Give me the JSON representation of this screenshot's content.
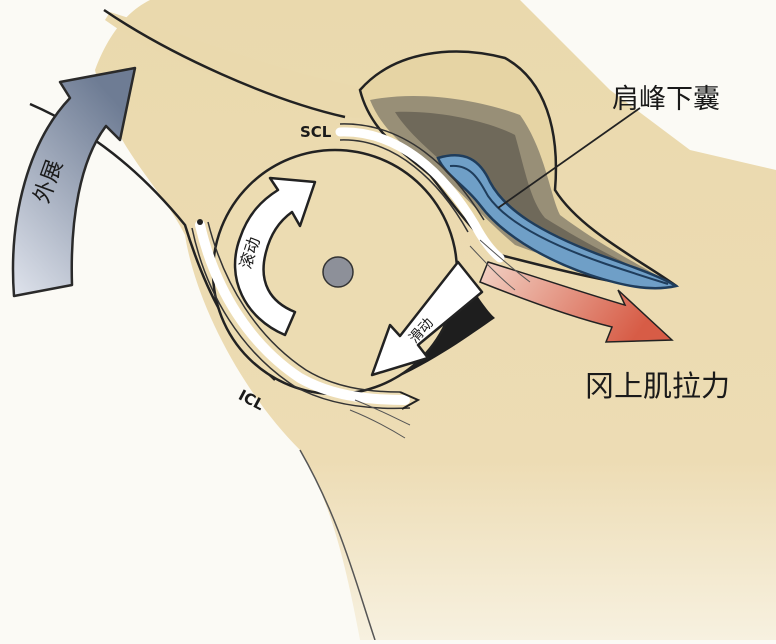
{
  "labels": {
    "bursa": "肩峰下囊",
    "supraspinatus_pull": "冈上肌拉力",
    "abduction": "外展",
    "rolling": "滚动",
    "sliding": "滑动",
    "scl": "SCL",
    "icl": "ICL"
  },
  "colors": {
    "bone": "#ead9ad",
    "acromion_shadow": "#8a8270",
    "bursa": "#6f9fc7",
    "muscle_pull": "#d46a57",
    "abduction_arrow": "#7d8aa0",
    "background": "#fbfaf5"
  }
}
